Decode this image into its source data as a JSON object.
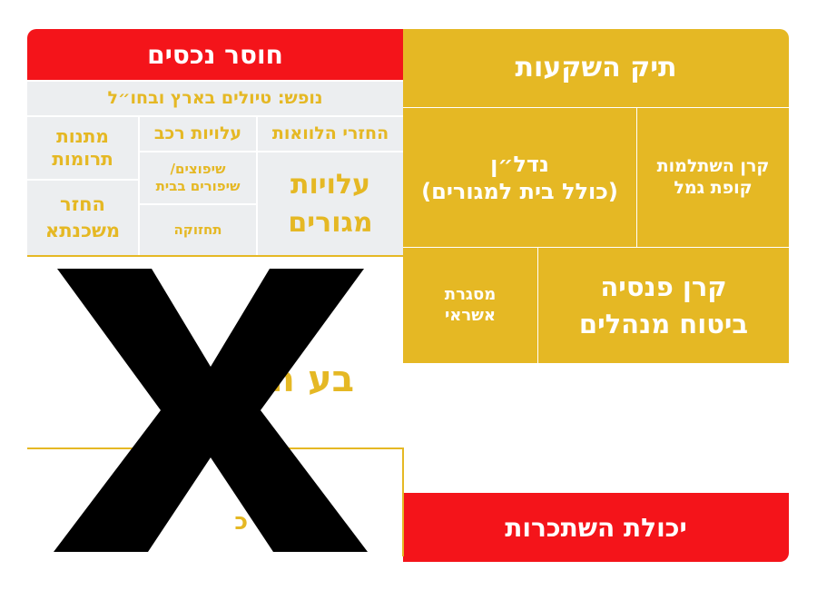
{
  "investment_portfolio": {
    "title": "תיק השקעות",
    "real_estate": "נדל״ן\n(כולל בית למגורים)",
    "study_fund": "קרן השתלמות\nקופת גמל",
    "pension": "קרן פנסיה\nביטוח מנהלים",
    "credit_line": "מסגרת\nאשראי"
  },
  "income_shortfall": {
    "title": "חוסר נכסים",
    "leisure": "נופש: טיולים בארץ ובחו״ל",
    "loan_repayments": "החזרי הלוואות",
    "car_costs": "עלויות רכב",
    "gifts_donations": "מתנות\nתרומות",
    "housing_costs": "עלויות\nמגורים",
    "renovations": "שיפוצים/\nשיפורים בבית",
    "mortgage": "החזר\nמשכנתא",
    "maintenance": "תחזוקה"
  },
  "hidden_fragments": {
    "upper": "בע ה",
    "lower": "ה כ"
  },
  "earning_capacity": {
    "title": "יכולת השתכרות"
  },
  "colors": {
    "gold": "#e5b824",
    "red": "#f4141a",
    "light_gray": "#eceef0",
    "x_mark": "#000000"
  },
  "x_icon": "x-mark-icon"
}
